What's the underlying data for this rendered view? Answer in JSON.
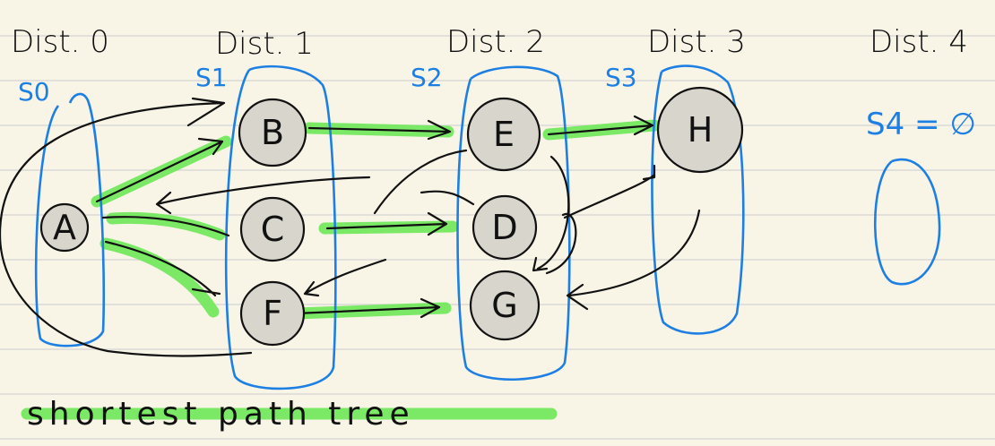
{
  "headings": [
    "Dist. 0",
    "Dist. 1",
    "Dist. 2",
    "Dist. 3",
    "Dist. 4"
  ],
  "sets": [
    "S0",
    "S1",
    "S2",
    "S3",
    "S4 = ∅"
  ],
  "nodes": [
    "A",
    "B",
    "C",
    "F",
    "E",
    "D",
    "G",
    "H"
  ],
  "caption": "shortest path tree",
  "colors": {
    "highlight": "#74e85e",
    "set_outline": "#1e7fe3",
    "paper": "#f8f5e7",
    "node_fill": "#d8d5cc"
  }
}
